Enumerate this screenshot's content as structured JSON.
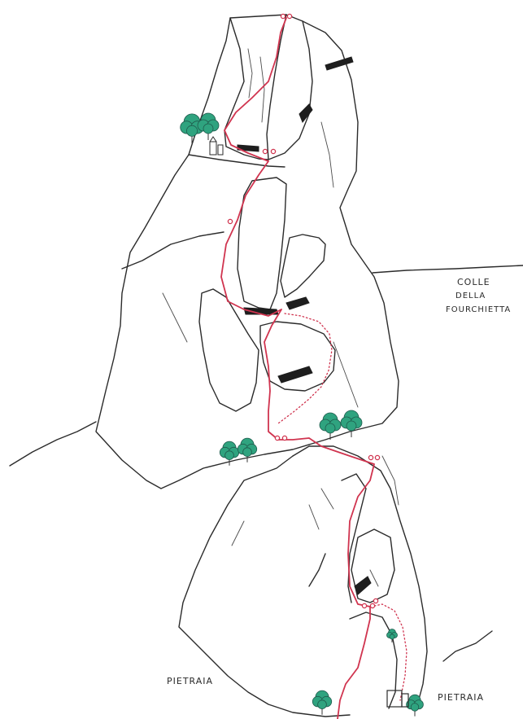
{
  "labels": {
    "colle": [
      "COLLE",
      "DELLA",
      "FOURCHIETTA"
    ],
    "pietraia_left": "PIETRAIA",
    "pietraia_right": "PIETRAIA"
  },
  "colors": {
    "route": "#d0344f",
    "tree": "#2fa37f",
    "ink": "#2b2b2b",
    "paper": "#ffffff"
  },
  "icons": [
    "tree-icon",
    "anchor-icon",
    "building-icon"
  ]
}
